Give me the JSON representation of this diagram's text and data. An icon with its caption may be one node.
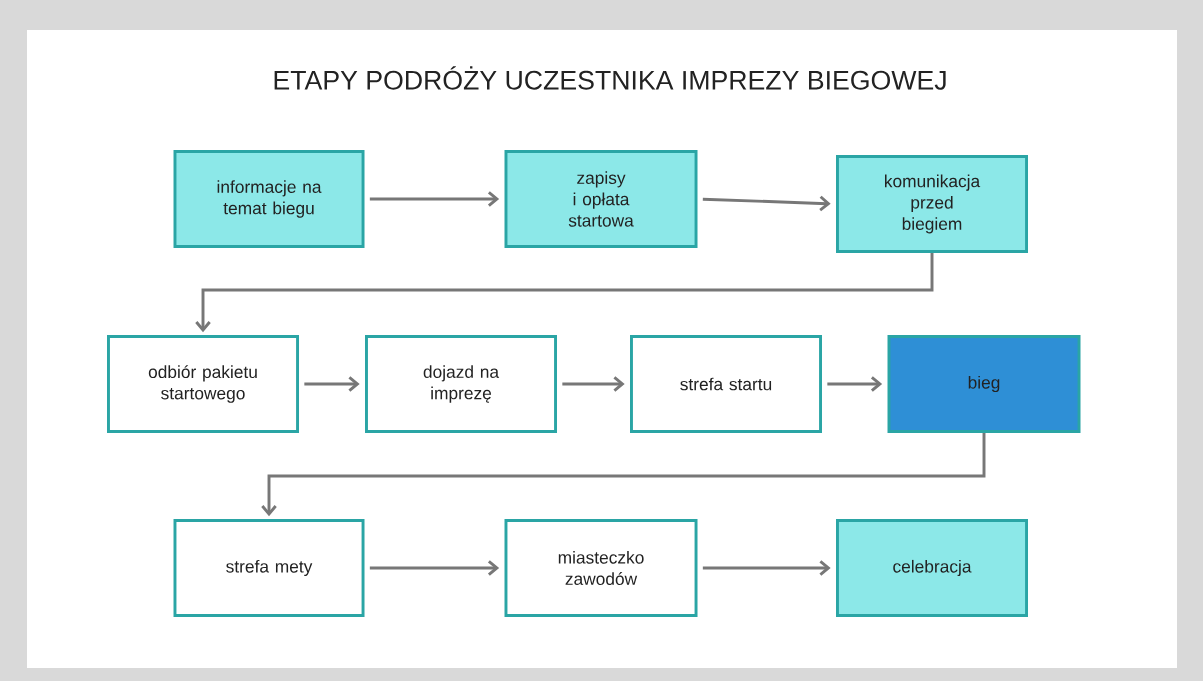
{
  "diagram": {
    "title": "ETAPY PODRÓŻY UCZESTNIKA IMPREZY BIEGOWEJ",
    "nodes": [
      {
        "text": [
          "informacje na temat biegu"
        ]
      },
      {
        "text": [
          "zapisy i opłata startowa"
        ]
      },
      {
        "text": [
          "komunikacja przed biegiem"
        ]
      },
      {
        "text": [
          "odbiór pakietu startowego"
        ]
      },
      {
        "text": [
          "dojazd na imprezę"
        ]
      },
      {
        "text": [
          "strefa startu"
        ]
      },
      {
        "text": [
          "bieg"
        ]
      },
      {
        "text": [
          "strefa mety"
        ]
      },
      {
        "text": [
          "miasteczko zawodów"
        ]
      },
      {
        "text": [
          "celebracja"
        ]
      }
    ],
    "edges": [
      {
        "from": 0,
        "to": 1,
        "arrow": "to"
      },
      {
        "from": 1,
        "to": 2,
        "arrow": "to"
      },
      {
        "from": 2,
        "to": 3,
        "arrow": "to"
      },
      {
        "from": 3,
        "to": 4,
        "arrow": "to"
      },
      {
        "from": 4,
        "to": 5,
        "arrow": "to"
      },
      {
        "from": 5,
        "to": 6,
        "arrow": "to"
      },
      {
        "from": 6,
        "to": 7,
        "arrow": "to"
      },
      {
        "from": 7,
        "to": 8,
        "arrow": "to"
      },
      {
        "from": 8,
        "to": 9,
        "arrow": "to"
      }
    ]
  }
}
